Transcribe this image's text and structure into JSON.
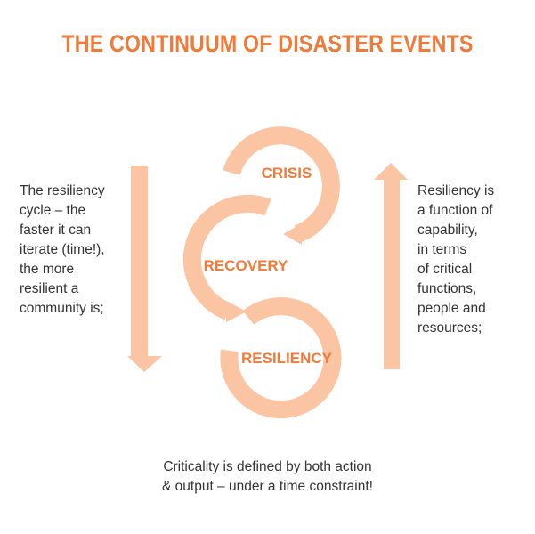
{
  "title": "THE CONTINUUM OF DISASTER EVENTS",
  "colors": {
    "accent": "#f07a3a",
    "arrow": "#fbc4a3",
    "text": "#333333"
  },
  "left_text": "The resiliency\ncycle – the\nfaster it can\niterate (time!),\nthe more\nresilient a\ncommunity is;",
  "right_text": "Resiliency is\na function of\ncapability,\nin terms\nof critical\nfunctions,\npeople and\nresources;",
  "bottom_text": "Criticality is defined by both action\n& output – under a time constraint!",
  "stages": [
    {
      "label": "CRISIS"
    },
    {
      "label": "RECOVERY"
    },
    {
      "label": "RESILIENCY"
    }
  ],
  "icons": {
    "left_arrow": "arrow-down-icon",
    "right_arrow": "arrow-up-icon"
  }
}
